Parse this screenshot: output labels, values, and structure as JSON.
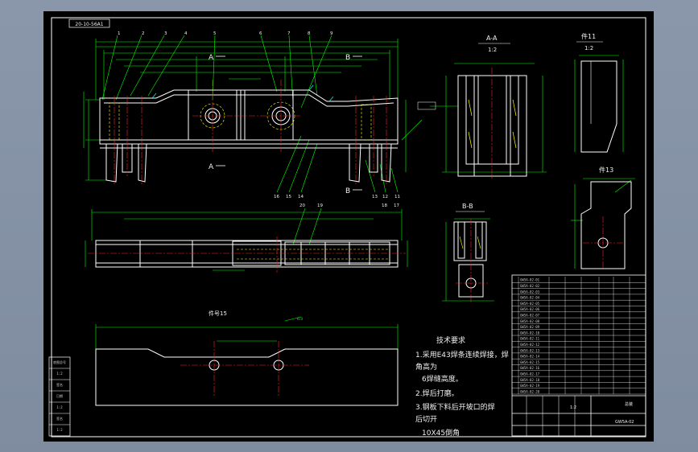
{
  "drawing": {
    "stamp": "20-10-56A1",
    "balloons": [
      "1",
      "2",
      "3",
      "4",
      "5",
      "6",
      "7",
      "8",
      "9"
    ],
    "bottom_balloons": [
      "16",
      "15",
      "14",
      "13",
      "12",
      "11"
    ],
    "plan_balloons": [
      "20",
      "19",
      "18",
      "17"
    ],
    "section_aa": {
      "title": "A-A",
      "scale": "1:2"
    },
    "detail_11": {
      "title": "件11",
      "scale": "1:2"
    },
    "detail_13": {
      "title": "件13"
    },
    "section_bb": {
      "title": "B-B"
    },
    "detail_15": {
      "title": "件号15"
    },
    "cut_marks": {
      "a": "A",
      "b": "B"
    },
    "surface_mark": "6.3",
    "tech": {
      "title": "技术要求",
      "lines": [
        "1.采用E43焊条连续焊接，焊",
        "角高为",
        "6焊缝高度。",
        "2.焊后打磨。",
        "3.钢板下料后开坡口的焊",
        "后切开",
        "10X45倒角"
      ]
    },
    "title_block": {
      "name_code": "GW5A-02",
      "name_label": "总装",
      "scale_label": "1:2",
      "rows": [
        "GW5A-02-01",
        "GW5A-02-02",
        "GW5A-02-03",
        "GW5A-02-04",
        "GW5A-02-05",
        "GW5A-02-06",
        "GW5A-02-07",
        "GW5A-02-08",
        "GW5A-02-09",
        "GW5A-02-10",
        "GW5A-02-11",
        "GW5A-02-12",
        "GW5A-02-13",
        "GW5A-02-14",
        "GW5A-02-15",
        "GW5A-02-16",
        "GW5A-02-17",
        "GW5A-02-18",
        "GW5A-02-19",
        "GW5A-02-20"
      ]
    },
    "left_strip": [
      "底图总号",
      "1:2",
      "签名",
      "日期",
      "1:2",
      "签名",
      "1:2"
    ]
  },
  "colors": {
    "background": "#000000",
    "frame": "#ffffff",
    "outline": "#ffffff",
    "dimension": "#00ff00",
    "centerline": "#ff2222",
    "hidden": "#ffff00",
    "accent": "#00ffff",
    "text": "#f0f0f0"
  }
}
